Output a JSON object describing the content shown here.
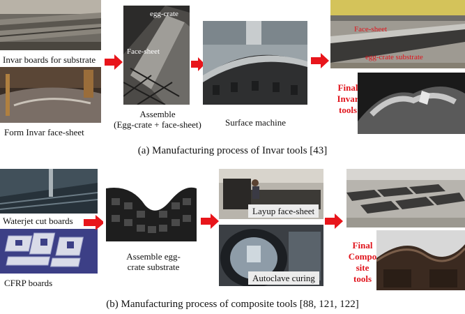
{
  "top": {
    "label_invar_boards": "Invar boards for substrate",
    "label_form_face": "Form Invar face-sheet",
    "label_assemble_1": "Assemble",
    "label_assemble_2": "(Egg-crate + face-sheet)",
    "label_surface": "Surface machine",
    "tag_egg_crate": "egg-crate",
    "tag_face_sheet": "Face-sheet",
    "tag_face_sheet_2": "Face-sheet",
    "tag_egg_substrate": "egg-crate substrate",
    "final_1": "Final",
    "final_2": "Invar",
    "final_3": "tools",
    "caption": "(a) Manufacturing process of Invar tools [43]"
  },
  "bottom": {
    "label_waterjet": "Waterjet cut boards",
    "label_cfrp": "CFRP boards",
    "label_assemble_1": "Assemble egg-",
    "label_assemble_2": "crate substrate",
    "label_layup": "Layup face-sheet",
    "label_autoclave": "Autoclave curing",
    "final_1": "Final",
    "final_2": "Compo",
    "final_3": "site",
    "final_4": "tools",
    "caption": "(b) Manufacturing process of composite tools [88, 121, 122]"
  },
  "colors": {
    "arrow": "#e8151b",
    "final_text": "#e0141c"
  }
}
